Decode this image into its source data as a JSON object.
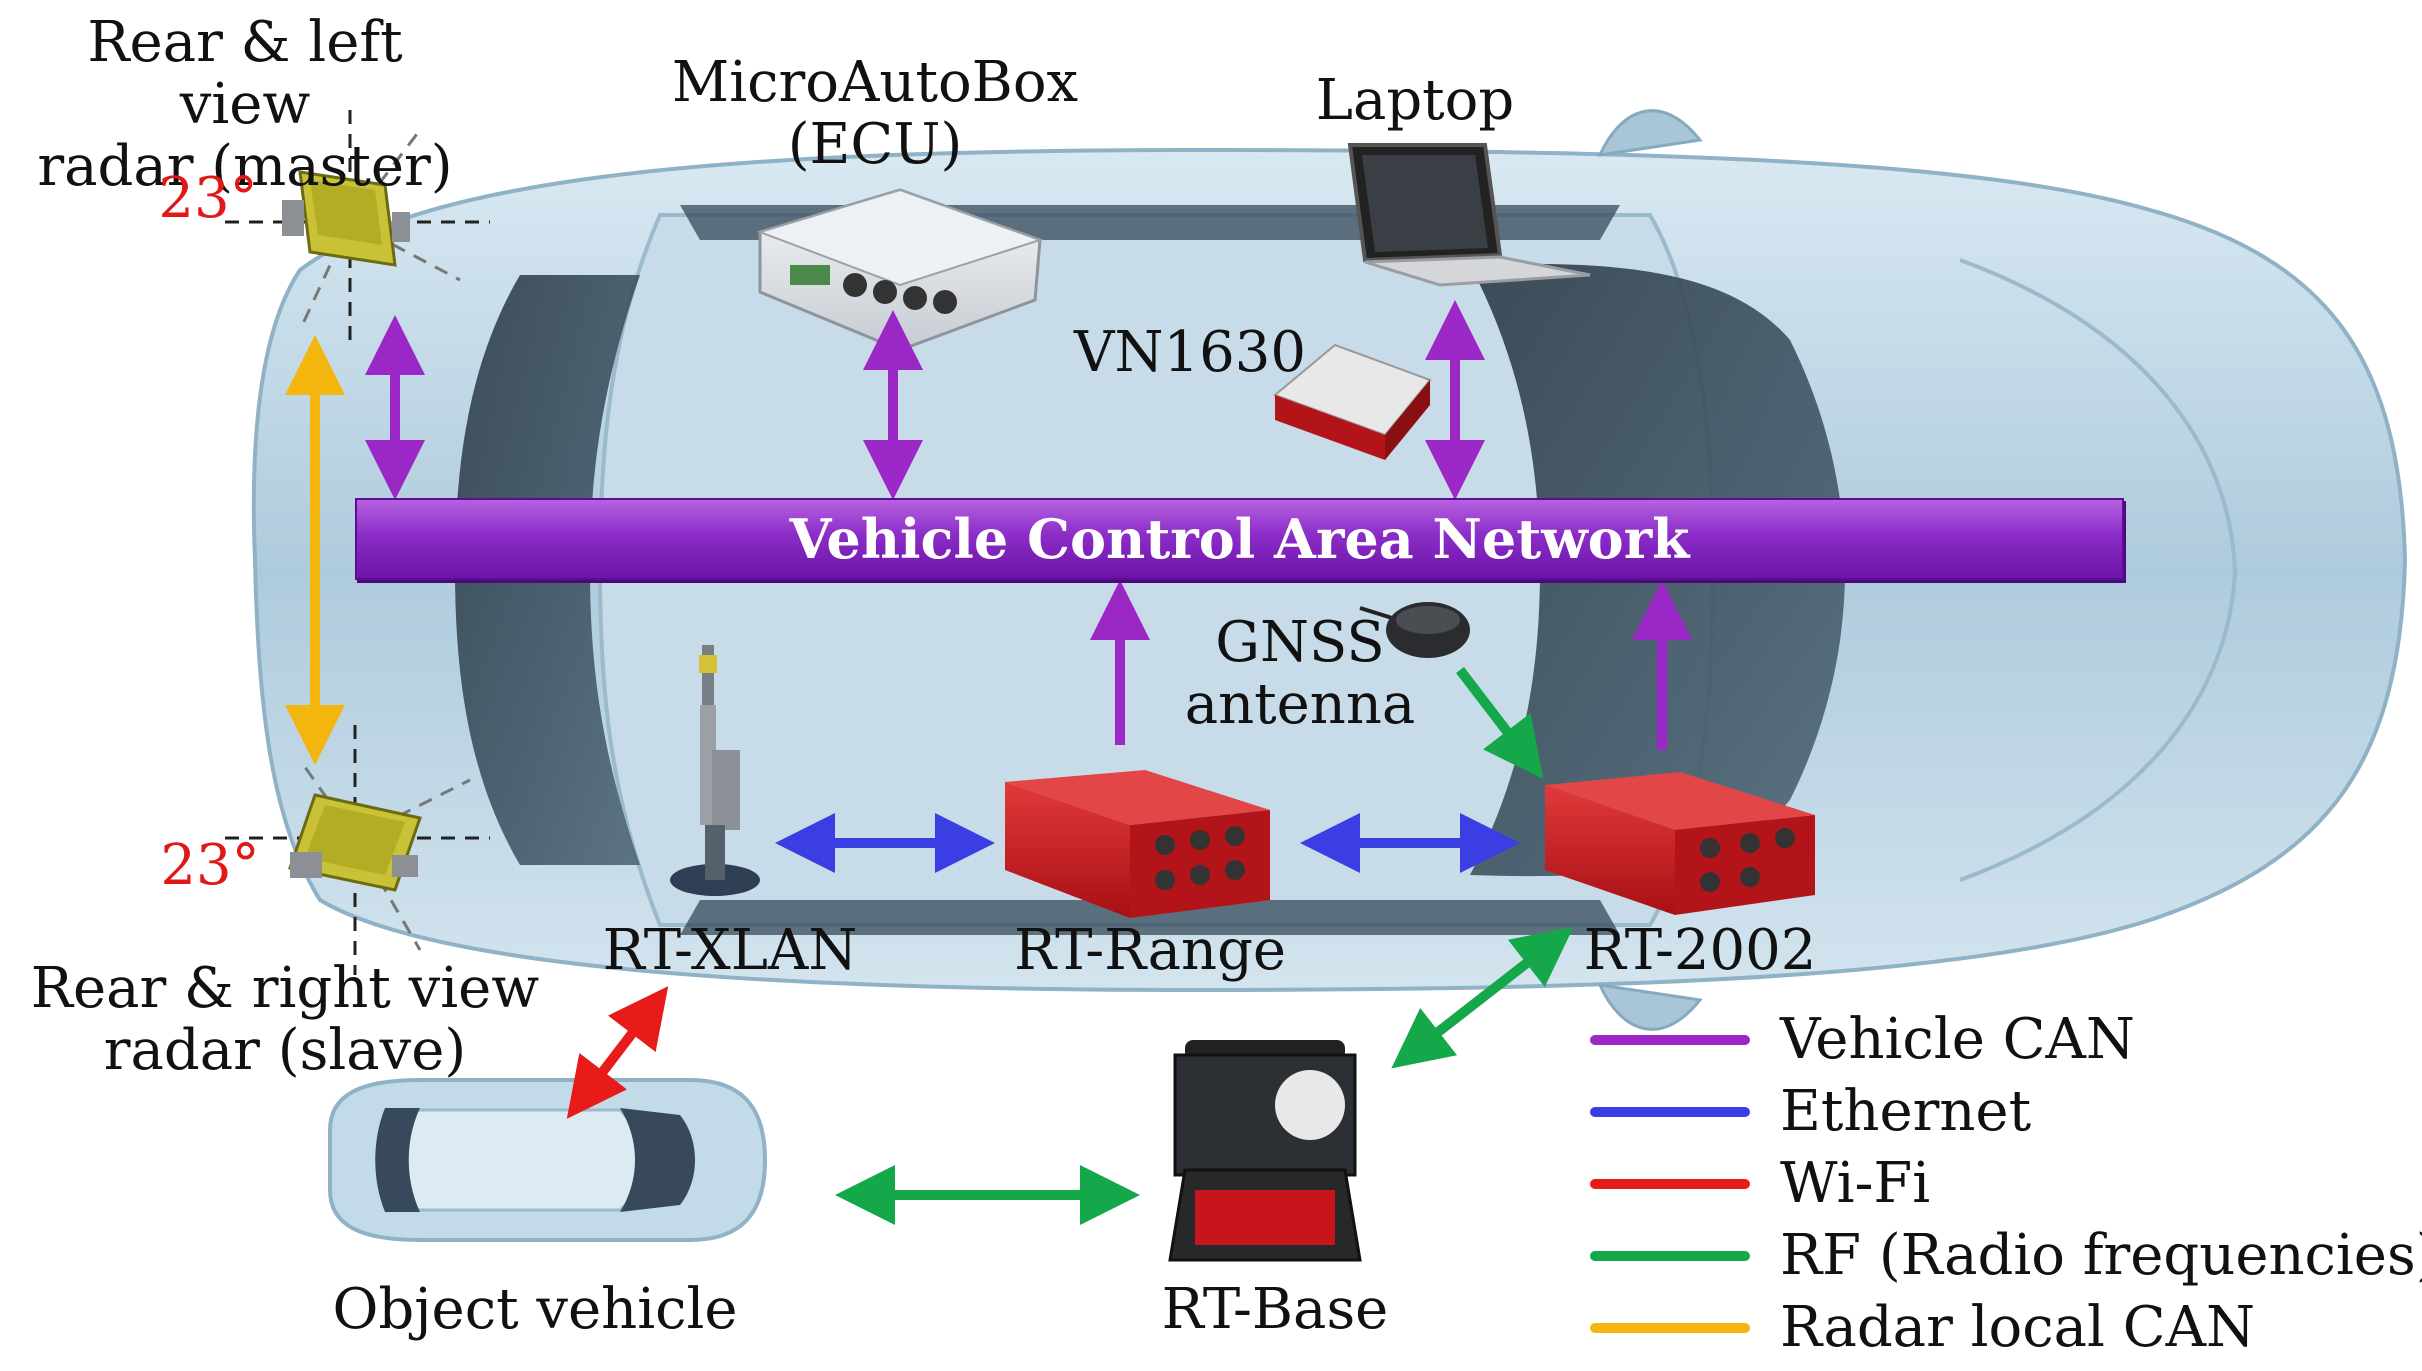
{
  "labels": {
    "master_radar": "Rear & left view\nradar (master)",
    "ecu": "MicroAutoBox\n(ECU)",
    "laptop": "Laptop",
    "vn1630": "VN1630",
    "can_network": "Vehicle Control Area Network",
    "gnss": "GNSS\nantenna",
    "rt_xlan": "RT-XLAN",
    "rt_range": "RT-Range",
    "rt_2002": "RT-2002",
    "slave_radar": "Rear & right view\nradar  (slave)",
    "object_vehicle": "Object vehicle",
    "rt_base": "RT-Base",
    "angle_top": "23°",
    "angle_bottom": "23°"
  },
  "legend": [
    {
      "label": "Vehicle CAN",
      "color": "#9b27c7"
    },
    {
      "label": "Ethernet",
      "color": "#3b3fe3"
    },
    {
      "label": "Wi-Fi",
      "color": "#e81b1b"
    },
    {
      "label": "RF (Radio frequencies)",
      "color": "#14a84a"
    },
    {
      "label": "Radar local CAN",
      "color": "#f5b50f"
    }
  ],
  "colors": {
    "vehicle_can": "#9b27c7",
    "ethernet": "#3b3fe3",
    "wifi": "#e81b1b",
    "rf": "#14a84a",
    "radar_can": "#f5b50f",
    "car_body": "#b8d4e4",
    "device_red": "#c8141c"
  }
}
